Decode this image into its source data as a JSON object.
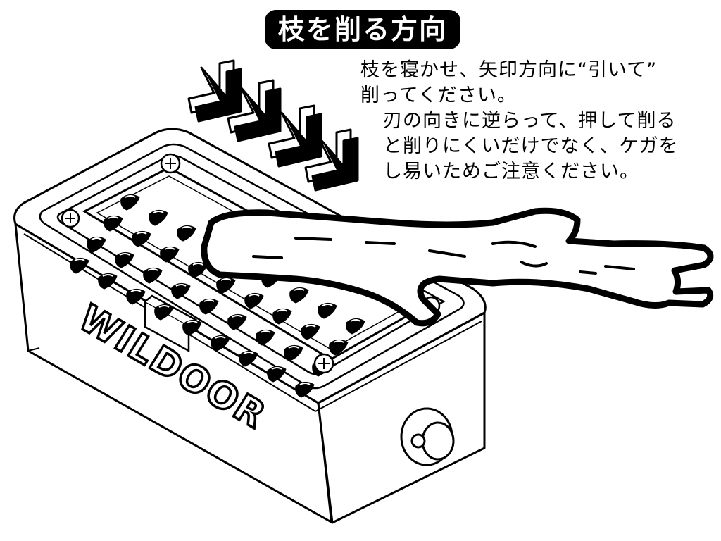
{
  "heading": "枝を削る方向",
  "instructions": {
    "line1": "枝を寝かせ、矢印方向に“引いて”",
    "line2": "削ってください。",
    "line3": "刃の向きに逆らって、押して削る",
    "line4": "と削りにくいだけでなく、ケガを",
    "line5": "し易いためご注意ください。"
  },
  "brand_logo": "WILDOOR",
  "icons": [
    "direction-arrow-icon",
    "screw-icon",
    "round-hole-icon"
  ],
  "colors": {
    "ink": "#000000",
    "paper": "#ffffff"
  }
}
